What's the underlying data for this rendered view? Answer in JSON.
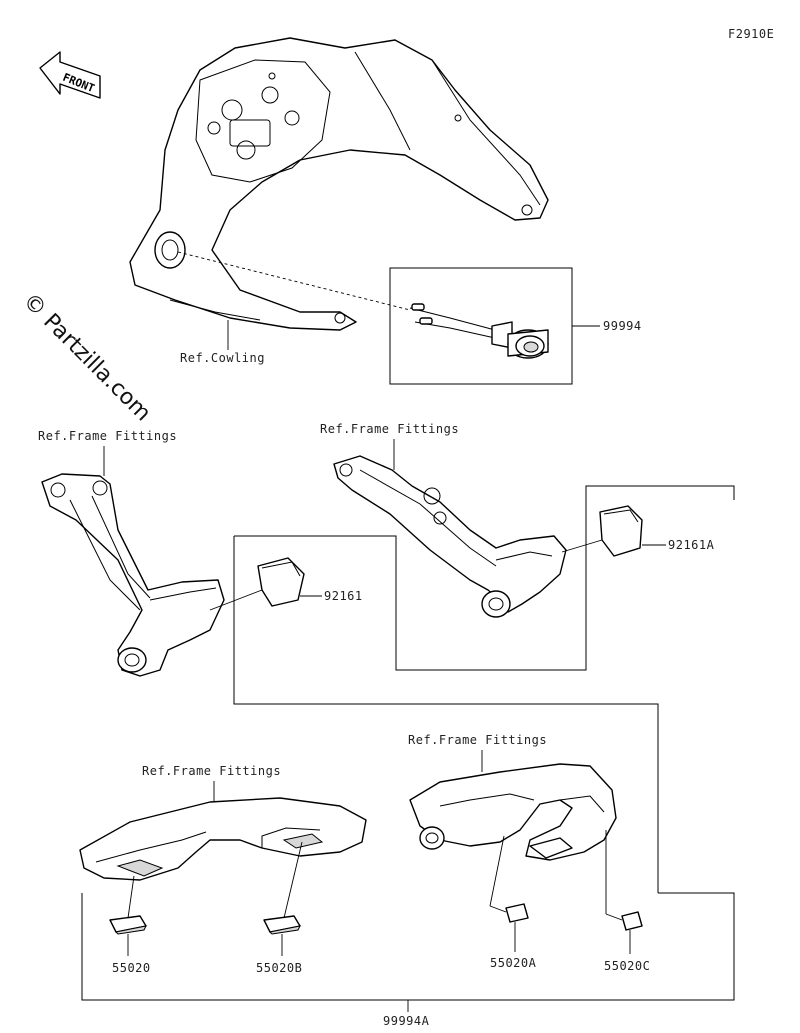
{
  "diagram_code": "F2910E",
  "watermark": "© Partzilla.com",
  "front_marker": "FRONT",
  "labels": {
    "ref_cowling": "Ref.Cowling",
    "ref_frame_left": "Ref.Frame Fittings",
    "ref_frame_right_top": "Ref.Frame Fittings",
    "ref_frame_bottom_left": "Ref.Frame Fittings",
    "ref_frame_bottom_right": "Ref.Frame Fittings"
  },
  "parts": {
    "p99994": "99994",
    "p92161": "92161",
    "p92161A": "92161A",
    "p55020": "55020",
    "p55020B": "55020B",
    "p55020A": "55020A",
    "p55020C": "55020C",
    "p99994A": "99994A"
  }
}
